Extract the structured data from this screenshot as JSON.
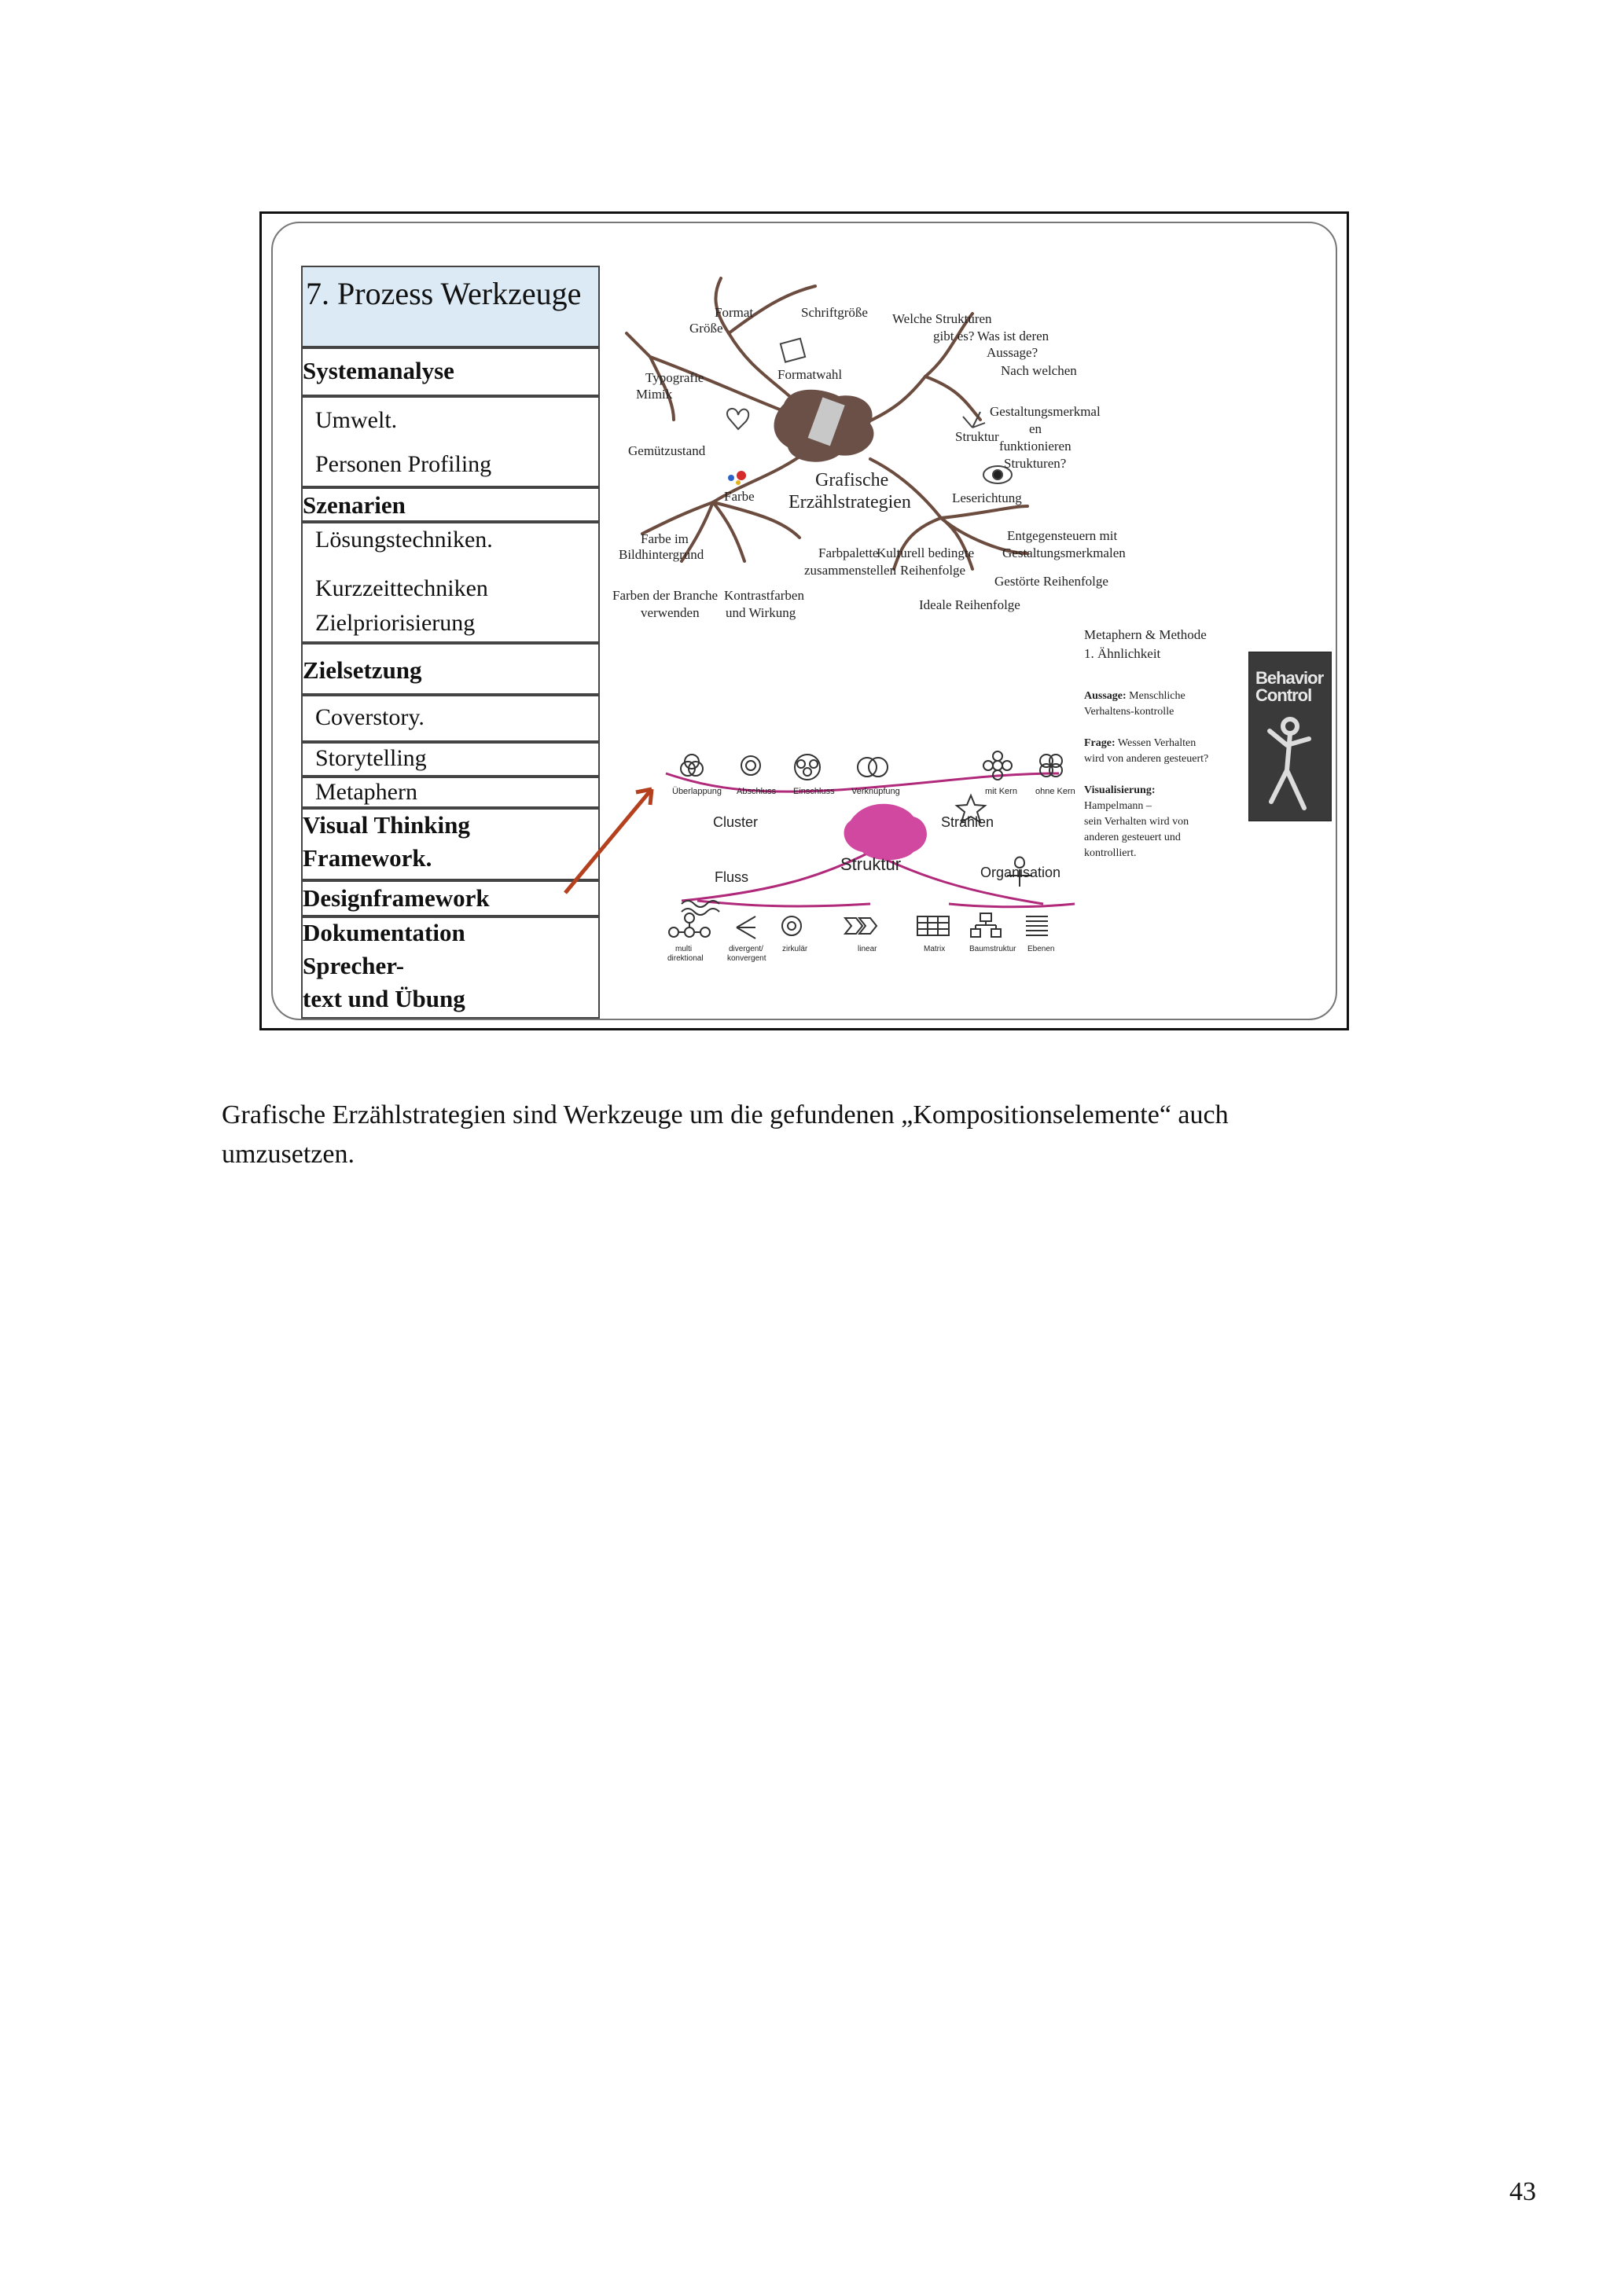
{
  "slide": {
    "agenda": {
      "title": "7. Prozess Werkzeuge",
      "systemanalyse": "Systemanalyse",
      "umwelt": "Umwelt.",
      "personen": "Personen Profiling",
      "szenarien": "Szenarien",
      "loesung": "Lösungstechniken.",
      "kurzzeit": "Kurzzeittechniken",
      "ziel": "Zielpriorisierung",
      "zielsetzung": "Zielsetzung",
      "coverstory": "Coverstory.",
      "storytelling": "Storytelling",
      "metaphern": "Metaphern",
      "visual1": "Visual Thinking",
      "visual2": "Framework.",
      "design": "Designframework",
      "doku": "Dokumentation",
      "sprecher1": "Sprecher-",
      "sprecher2": "text und Übung"
    },
    "mindmap": {
      "center1": "Grafische",
      "center2": "Erzählstrategien",
      "format": "Format",
      "groesse": "Größe",
      "schriftgroesse": "Schriftgröße",
      "formatwahl": "Formatwahl",
      "typografie": "Typografie",
      "mimik": "Mimik",
      "gemuetszustand": "Gemützustand",
      "farbe": "Farbe",
      "welche": "Welche Strukturen",
      "gibt": "gibt es?",
      "wasist": "Was ist deren",
      "aussage": "Aussage?",
      "nachwelchen": "Nach welchen",
      "gestaltungsmerkmal": "Gestaltungsmerkmal",
      "en": "en",
      "funktionieren": "funktionieren",
      "strukturen": "Strukturen?",
      "struktur": "Struktur",
      "leserichtung": "Leserichtung",
      "entgegen1": "Entgegensteuern mit",
      "entgegen2": "Gestaltungsmerkmalen",
      "gestoert": "Gestörte Reihenfolge",
      "ideale": "Ideale Reihenfolge",
      "kulturell1": "Kulturell bedingte",
      "kulturell2": "Reihenfolge",
      "farbpalette1": "Farbpalette",
      "farbpalette2": "zusammenstellen",
      "kontrast1": "Kontrastfarben",
      "kontrast2": "und Wirkung",
      "branche1": "Farben der Branche",
      "branche2": "verwenden",
      "bild1": "Farbe im",
      "bild2": "Bildhintergrund"
    },
    "metaphor": {
      "line1": "Metaphern & Methode",
      "line2": "1. Ähnlichkeit",
      "aussage_label": "Aussage:",
      "aussage_text1": "Menschliche",
      "aussage_text2": "Verhaltens-kontrolle",
      "frage_label": "Frage:",
      "frage_text1": "Wessen Verhalten",
      "frage_text2": "wird von anderen gesteuert?",
      "vis_label": "Visualisierung:",
      "vis1": "Hampelmann –",
      "vis2": "sein Verhalten wird von",
      "vis3": "anderen gesteuert und",
      "vis4": "kontrolliert.",
      "book_title1": "Behavior",
      "book_title2": "Control"
    },
    "structure": {
      "ueberlappung": "Überlappung",
      "abschluss": "Abschluss",
      "einschluss": "Einschluss",
      "verknuepfung": "Verknüpfung",
      "mitkern": "mit Kern",
      "ohnekern": "ohne Kern",
      "cluster": "Cluster",
      "strahlen": "Strahlen",
      "struktur": "Struktur",
      "fluss": "Fluss",
      "organisation": "Organisation",
      "multi": "multi",
      "direktional": "direktional",
      "divergent": "divergent/",
      "konvergent": "konvergent",
      "zirkulaer": "zirkulär",
      "linear": "linear",
      "matrix": "Matrix",
      "baum": "Baumstruktur",
      "ebenen": "Ebenen"
    }
  },
  "caption": {
    "line1": "Grafische Erzählstrategien sind Werkzeuge um die gefundenen „Kompositionselemente“ auch",
    "line2": "umzusetzen."
  },
  "page_number": "43",
  "colors": {
    "agenda_header_bg": "#dbeaf4",
    "branch": "#6b4c3f",
    "structure_branch": "#b0297a",
    "arrow": "#b5401e"
  }
}
